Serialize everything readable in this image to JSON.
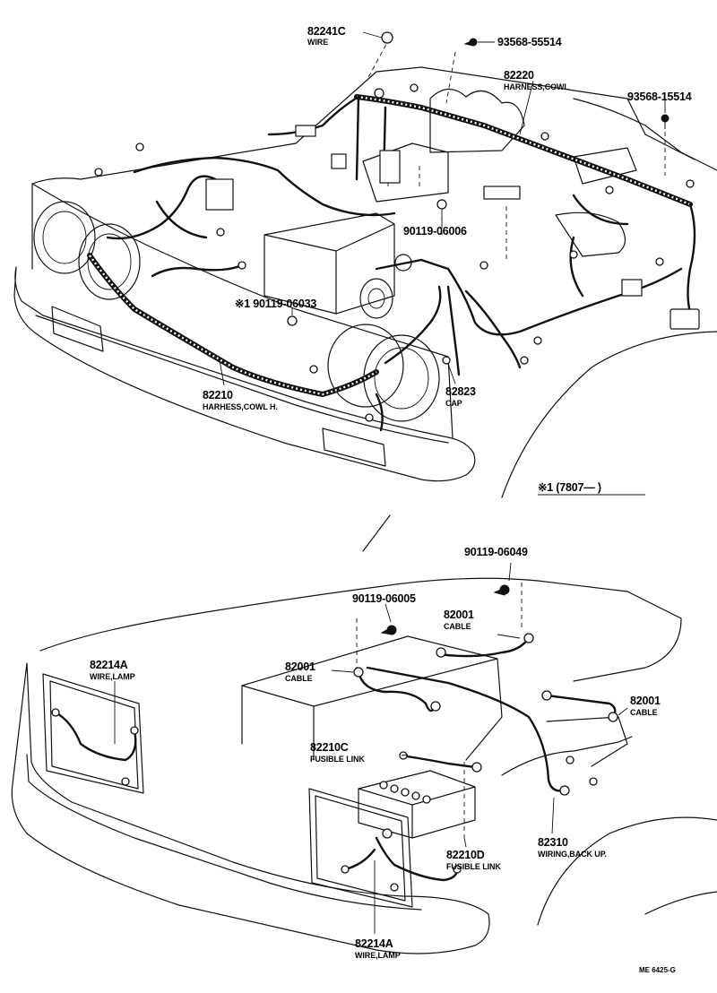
{
  "upper_view": {
    "callouts": [
      {
        "id": "wire-82241c",
        "part_no": "82241C",
        "desc": "WIRE"
      },
      {
        "id": "screw-93568-55514",
        "part_no": "93568-55514",
        "desc": ""
      },
      {
        "id": "harness-82220",
        "part_no": "82220",
        "desc": "HARNESS,COWL"
      },
      {
        "id": "screw-93568-15514",
        "part_no": "93568-15514",
        "desc": ""
      },
      {
        "id": "bolt-90119-06006",
        "part_no": "90119-06006",
        "desc": ""
      },
      {
        "id": "bolt-90119-06033",
        "part_no": "※1 90119-06033",
        "desc": ""
      },
      {
        "id": "harness-82210",
        "part_no": "82210",
        "desc": "HARHESS,COWL H."
      },
      {
        "id": "cap-82823",
        "part_no": "82823",
        "desc": "CAP"
      }
    ],
    "footnote": "※1 (7807—      )"
  },
  "lower_view": {
    "callouts": [
      {
        "id": "bolt-90119-06049",
        "part_no": "90119-06049",
        "desc": ""
      },
      {
        "id": "bolt-90119-06005",
        "part_no": "90119-06005",
        "desc": ""
      },
      {
        "id": "cable-82001-a",
        "part_no": "82001",
        "desc": "CABLE"
      },
      {
        "id": "wire-82214a-left",
        "part_no": "82214A",
        "desc": "WIRE,LAMP"
      },
      {
        "id": "cable-82001-b",
        "part_no": "82001",
        "desc": "CABLE"
      },
      {
        "id": "cable-82001-c",
        "part_no": "82001",
        "desc": "CABLE"
      },
      {
        "id": "fusible-82210c",
        "part_no": "82210C",
        "desc": "FUSIBLE LINK"
      },
      {
        "id": "fusible-82210d",
        "part_no": "82210D",
        "desc": "FUSIBLE LINK"
      },
      {
        "id": "wiring-82310",
        "part_no": "82310",
        "desc": "WIRING,BACK UP."
      },
      {
        "id": "wire-82214a-bottom",
        "part_no": "82214A",
        "desc": "WIRE,LAMP"
      }
    ]
  },
  "drawing_code": "ME 6425-G"
}
